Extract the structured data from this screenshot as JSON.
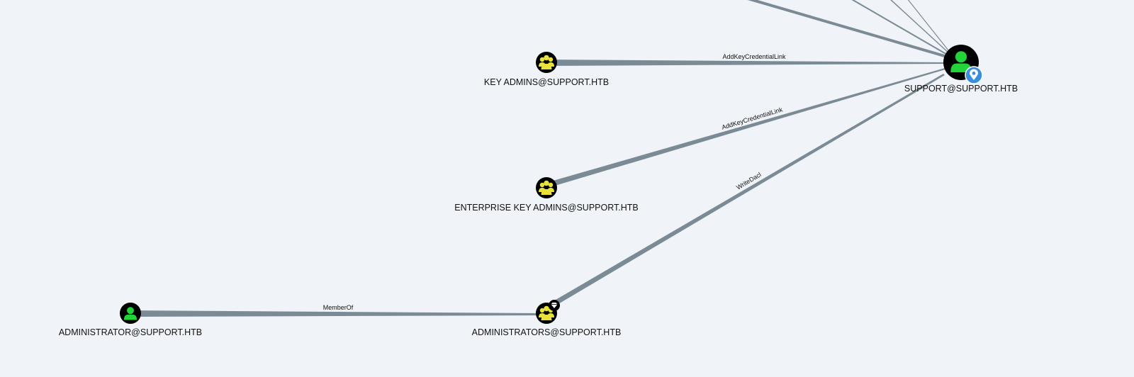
{
  "graph": {
    "colors": {
      "background": "#f0f4f9",
      "edge": "#7b8b96",
      "user_icon": "#22d33a",
      "group_icon": "#e8e33a",
      "node_ring": "#000000",
      "owned_badge": "#3a8fdc"
    },
    "nodes": {
      "support": {
        "label": "SUPPORT@SUPPORT.HTB",
        "type": "user",
        "badge": "map-pin-icon"
      },
      "key_admins": {
        "label": "KEY ADMINS@SUPPORT.HTB",
        "type": "group"
      },
      "enterprise_key_admins": {
        "label": "ENTERPRISE KEY ADMINS@SUPPORT.HTB",
        "type": "group"
      },
      "administrators": {
        "label": "ADMINISTRATORS@SUPPORT.HTB",
        "type": "group",
        "badge": "gem-icon"
      },
      "administrator": {
        "label": "ADMINISTRATOR@SUPPORT.HTB",
        "type": "user"
      }
    },
    "edges": {
      "support_to_key_admins": {
        "label": "AddKeyCredentialLink"
      },
      "support_to_enterprise_key_admins": {
        "label": "AddKeyCredentialLink"
      },
      "support_to_administrators": {
        "label": "WriteDacl"
      },
      "administrator_to_administrators": {
        "label": "MemberOf"
      }
    }
  }
}
